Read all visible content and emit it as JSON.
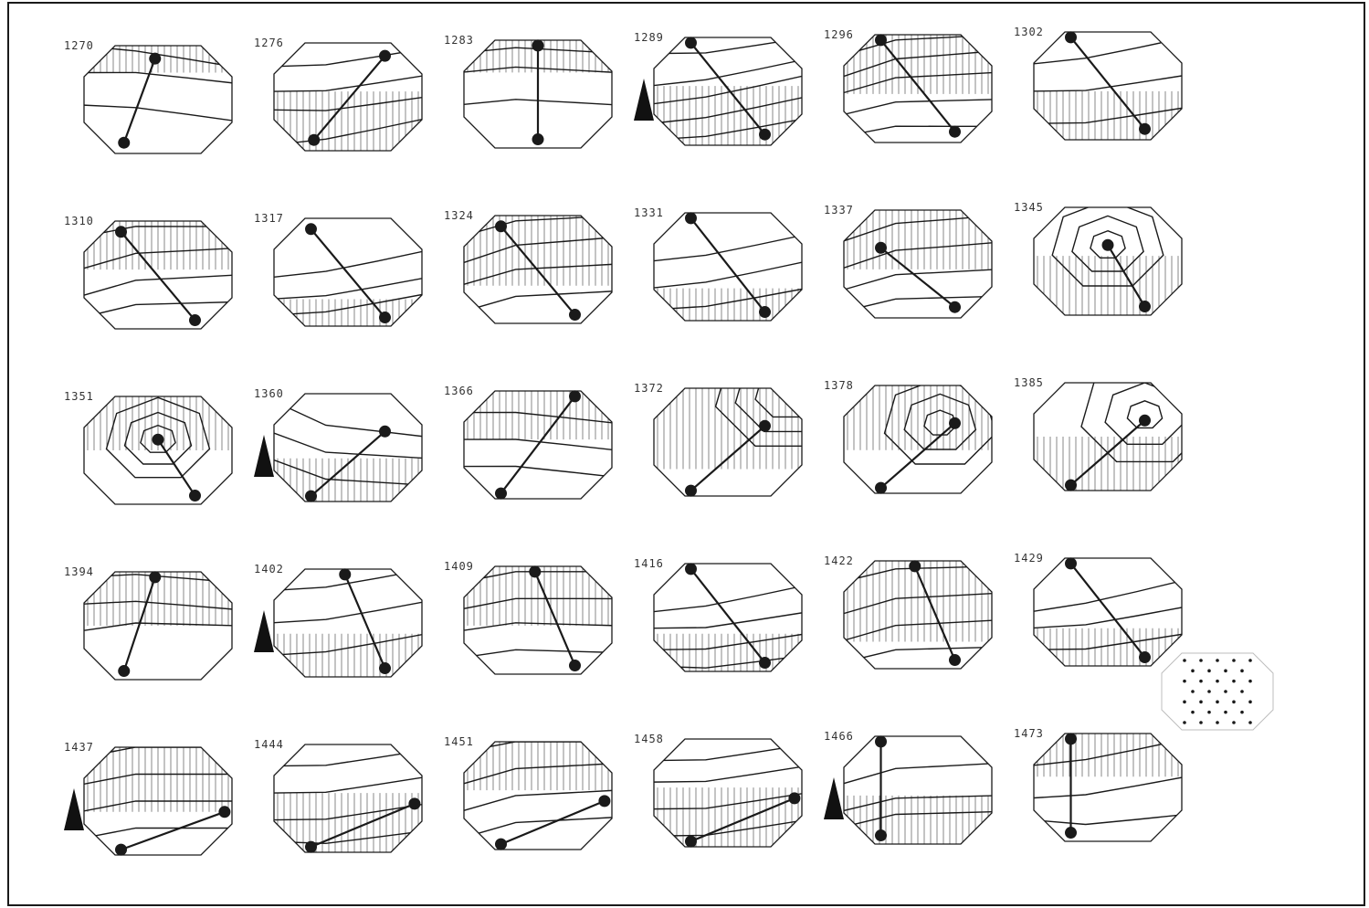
{
  "figure": {
    "panels": [
      {
        "label": "1270",
        "type": "bands",
        "lines": [
          [
            0.0,
            0.2
          ],
          [
            0.25,
            0.35
          ],
          [
            0.55,
            0.7
          ]
        ],
        "hatch": [
          0.0,
          0.25
        ],
        "chord": {
          "from": [
            0.48,
            0.12
          ],
          "to": [
            0.27,
            0.9
          ]
        }
      },
      {
        "label": "1276",
        "type": "bands",
        "lines": [
          [
            0.22,
            0.05
          ],
          [
            0.45,
            0.3
          ],
          [
            0.62,
            0.5
          ],
          [
            0.95,
            0.7
          ]
        ],
        "hatch": [
          0.45,
          1.0
        ],
        "chord": {
          "from": [
            0.75,
            0.12
          ],
          "to": [
            0.27,
            0.9
          ]
        }
      },
      {
        "label": "1283",
        "type": "bands",
        "lines": [
          [
            0.12,
            0.12
          ],
          [
            0.3,
            0.3
          ],
          [
            0.6,
            0.6
          ]
        ],
        "hatch": [
          0.0,
          0.3
        ],
        "chord": {
          "from": [
            0.5,
            0.05
          ],
          "to": [
            0.5,
            0.92
          ]
        }
      },
      {
        "label": "1289",
        "type": "bands",
        "lines": [
          [
            0.15,
            0.0
          ],
          [
            0.45,
            0.2
          ],
          [
            0.62,
            0.35
          ],
          [
            0.8,
            0.55
          ],
          [
            0.95,
            0.75
          ]
        ],
        "hatch": [
          0.45,
          1.0
        ],
        "chord": {
          "from": [
            0.25,
            0.05
          ],
          "to": [
            0.75,
            0.9
          ]
        }
      },
      {
        "label": "1296",
        "type": "bands",
        "lines": [
          [
            0.2,
            0.0
          ],
          [
            0.4,
            0.15
          ],
          [
            0.55,
            0.35
          ],
          [
            0.75,
            0.6
          ],
          [
            0.95,
            0.85
          ]
        ],
        "hatch": [
          0.0,
          0.55
        ],
        "chord": {
          "from": [
            0.25,
            0.05
          ],
          "to": [
            0.75,
            0.9
          ]
        }
      },
      {
        "label": "1302",
        "type": "bands",
        "lines": [
          [
            0.3,
            0.05
          ],
          [
            0.55,
            0.4
          ],
          [
            0.85,
            0.7
          ]
        ],
        "hatch": [
          0.55,
          1.0
        ],
        "chord": {
          "from": [
            0.25,
            0.05
          ],
          "to": [
            0.75,
            0.9
          ]
        }
      },
      {
        "label": "1310",
        "type": "bands",
        "lines": [
          [
            0.15,
            0.05
          ],
          [
            0.45,
            0.25
          ],
          [
            0.7,
            0.5
          ],
          [
            0.9,
            0.75
          ]
        ],
        "hatch": [
          0.0,
          0.45
        ],
        "chord": {
          "from": [
            0.25,
            0.1
          ],
          "to": [
            0.75,
            0.92
          ]
        }
      },
      {
        "label": "1317",
        "type": "bands",
        "lines": [
          [
            0.55,
            0.3
          ],
          [
            0.75,
            0.55
          ],
          [
            0.9,
            0.7
          ]
        ],
        "hatch": [
          0.75,
          1.0
        ],
        "chord": {
          "from": [
            0.25,
            0.1
          ],
          "to": [
            0.75,
            0.92
          ]
        }
      },
      {
        "label": "1324",
        "type": "bands",
        "lines": [
          [
            0.2,
            0.0
          ],
          [
            0.45,
            0.2
          ],
          [
            0.65,
            0.45
          ],
          [
            0.9,
            0.7
          ]
        ],
        "hatch": [
          0.0,
          0.65
        ],
        "chord": {
          "from": [
            0.25,
            0.1
          ],
          "to": [
            0.75,
            0.92
          ]
        }
      },
      {
        "label": "1331",
        "type": "bands",
        "lines": [
          [
            0.45,
            0.2
          ],
          [
            0.7,
            0.45
          ],
          [
            0.9,
            0.7
          ]
        ],
        "hatch": [
          0.7,
          1.0
        ],
        "chord": {
          "from": [
            0.25,
            0.05
          ],
          "to": [
            0.75,
            0.92
          ]
        }
      },
      {
        "label": "1337",
        "type": "bands",
        "lines": [
          [
            0.3,
            0.05
          ],
          [
            0.55,
            0.3
          ],
          [
            0.75,
            0.55
          ],
          [
            0.95,
            0.8
          ]
        ],
        "hatch": [
          0.0,
          0.55
        ],
        "chord": {
          "from": [
            0.25,
            0.35
          ],
          "to": [
            0.75,
            0.9
          ]
        }
      },
      {
        "label": "1345",
        "type": "rings",
        "center": [
          0.5,
          0.35
        ],
        "rings": [
          0.22,
          0.45,
          0.7
        ],
        "hatch": [
          0.45,
          1.0
        ],
        "chord": {
          "from": [
            0.5,
            0.35
          ],
          "to": [
            0.75,
            0.92
          ]
        }
      },
      {
        "label": "1351",
        "type": "rings",
        "center": [
          0.5,
          0.4
        ],
        "rings": [
          0.22,
          0.42,
          0.65
        ],
        "hatch": [
          0.0,
          0.5
        ],
        "chord": {
          "from": [
            0.5,
            0.4
          ],
          "to": [
            0.75,
            0.92
          ]
        }
      },
      {
        "label": "1360",
        "type": "bands",
        "lines": [
          [
            0.05,
            0.4
          ],
          [
            0.35,
            0.6
          ],
          [
            0.6,
            0.85
          ]
        ],
        "hatch": [
          0.6,
          1.0
        ],
        "chord": {
          "from": [
            0.75,
            0.35
          ],
          "to": [
            0.25,
            0.95
          ]
        }
      },
      {
        "label": "1366",
        "type": "bands",
        "lines": [
          [
            0.2,
            0.3
          ],
          [
            0.45,
            0.55
          ],
          [
            0.7,
            0.8
          ]
        ],
        "hatch": [
          0.0,
          0.45
        ],
        "chord": {
          "from": [
            0.75,
            0.05
          ],
          "to": [
            0.25,
            0.95
          ]
        }
      },
      {
        "label": "1372",
        "type": "rings",
        "center": [
          0.9,
          0.05
        ],
        "rings": [
          0.4,
          0.65,
          0.9
        ],
        "hatch": [
          0.0,
          0.75
        ],
        "chord": {
          "from": [
            0.75,
            0.35
          ],
          "to": [
            0.25,
            0.95
          ]
        }
      },
      {
        "label": "1378",
        "type": "rings",
        "center": [
          0.65,
          0.35
        ],
        "rings": [
          0.2,
          0.45,
          0.7
        ],
        "hatch": [
          0.0,
          0.6
        ],
        "chord": {
          "from": [
            0.75,
            0.35
          ],
          "to": [
            0.25,
            0.95
          ]
        }
      },
      {
        "label": "1385",
        "type": "rings",
        "center": [
          0.75,
          0.3
        ],
        "rings": [
          0.22,
          0.5,
          0.8
        ],
        "hatch": [
          0.5,
          1.0
        ],
        "chord": {
          "from": [
            0.75,
            0.35
          ],
          "to": [
            0.25,
            0.95
          ]
        }
      },
      {
        "label": "1394",
        "type": "bands",
        "lines": [
          [
            0.05,
            0.1
          ],
          [
            0.3,
            0.35
          ],
          [
            0.55,
            0.5
          ]
        ],
        "hatch": [
          0.0,
          0.5
        ],
        "chord": {
          "from": [
            0.48,
            0.05
          ],
          "to": [
            0.27,
            0.92
          ]
        }
      },
      {
        "label": "1402",
        "type": "bands",
        "lines": [
          [
            0.2,
            0.0
          ],
          [
            0.5,
            0.3
          ],
          [
            0.8,
            0.6
          ]
        ],
        "hatch": [
          0.6,
          1.0
        ],
        "chord": {
          "from": [
            0.48,
            0.05
          ],
          "to": [
            0.75,
            0.92
          ]
        }
      },
      {
        "label": "1409",
        "type": "bands",
        "lines": [
          [
            0.15,
            0.05
          ],
          [
            0.4,
            0.3
          ],
          [
            0.6,
            0.55
          ],
          [
            0.85,
            0.8
          ]
        ],
        "hatch": [
          0.0,
          0.55
        ],
        "chord": {
          "from": [
            0.48,
            0.05
          ],
          "to": [
            0.75,
            0.92
          ]
        }
      },
      {
        "label": "1416",
        "type": "bands",
        "lines": [
          [
            0.45,
            0.2
          ],
          [
            0.6,
            0.45
          ],
          [
            0.8,
            0.65
          ],
          [
            0.95,
            0.85
          ]
        ],
        "hatch": [
          0.65,
          1.0
        ],
        "chord": {
          "from": [
            0.25,
            0.05
          ],
          "to": [
            0.75,
            0.92
          ]
        }
      },
      {
        "label": "1422",
        "type": "bands",
        "lines": [
          [
            0.2,
            0.05
          ],
          [
            0.5,
            0.3
          ],
          [
            0.75,
            0.55
          ],
          [
            0.95,
            0.8
          ]
        ],
        "hatch": [
          0.0,
          0.75
        ],
        "chord": {
          "from": [
            0.48,
            0.05
          ],
          "to": [
            0.75,
            0.92
          ]
        }
      },
      {
        "label": "1429",
        "type": "bands",
        "lines": [
          [
            0.5,
            0.2
          ],
          [
            0.65,
            0.45
          ],
          [
            0.85,
            0.7
          ]
        ],
        "hatch": [
          0.65,
          1.0
        ],
        "chord": {
          "from": [
            0.25,
            0.05
          ],
          "to": [
            0.75,
            0.92
          ]
        }
      },
      {
        "label": "1437",
        "type": "bands",
        "lines": [
          [
            0.1,
            0.0
          ],
          [
            0.35,
            0.25
          ],
          [
            0.6,
            0.5
          ],
          [
            0.85,
            0.75
          ]
        ],
        "hatch": [
          0.0,
          0.6
        ],
        "chord": {
          "from": [
            0.95,
            0.6
          ],
          "to": [
            0.25,
            0.95
          ]
        }
      },
      {
        "label": "1444",
        "type": "bands",
        "lines": [
          [
            0.2,
            0.05
          ],
          [
            0.45,
            0.3
          ],
          [
            0.7,
            0.55
          ],
          [
            0.9,
            0.8
          ]
        ],
        "hatch": [
          0.45,
          1.0
        ],
        "chord": {
          "from": [
            0.95,
            0.55
          ],
          "to": [
            0.25,
            0.95
          ]
        }
      },
      {
        "label": "1451",
        "type": "bands",
        "lines": [
          [
            0.1,
            0.0
          ],
          [
            0.4,
            0.2
          ],
          [
            0.65,
            0.45
          ],
          [
            0.9,
            0.7
          ]
        ],
        "hatch": [
          0.0,
          0.45
        ],
        "chord": {
          "from": [
            0.95,
            0.55
          ],
          "to": [
            0.25,
            0.95
          ]
        }
      },
      {
        "label": "1458",
        "type": "bands",
        "lines": [
          [
            0.2,
            0.05
          ],
          [
            0.4,
            0.25
          ],
          [
            0.65,
            0.5
          ],
          [
            0.9,
            0.75
          ]
        ],
        "hatch": [
          0.45,
          1.0
        ],
        "chord": {
          "from": [
            0.95,
            0.55
          ],
          "to": [
            0.25,
            0.95
          ]
        }
      },
      {
        "label": "1466",
        "type": "bands",
        "lines": [
          [
            0.45,
            0.25
          ],
          [
            0.7,
            0.55
          ],
          [
            0.85,
            0.7
          ]
        ],
        "hatch": [
          0.55,
          1.0
        ],
        "chord": {
          "from": [
            0.25,
            0.05
          ],
          "to": [
            0.25,
            0.92
          ]
        }
      },
      {
        "label": "1473",
        "type": "bands",
        "lines": [
          [
            0.3,
            0.05
          ],
          [
            0.6,
            0.4
          ],
          [
            0.8,
            0.75
          ]
        ],
        "hatch": [
          0.0,
          0.4
        ],
        "chord": {
          "from": [
            0.25,
            0.05
          ],
          "to": [
            0.25,
            0.92
          ]
        }
      }
    ],
    "markers": [
      {
        "row": 0,
        "before_col": 3
      },
      {
        "row": 2,
        "before_col": 1
      },
      {
        "row": 3,
        "before_col": 1
      },
      {
        "row": 4,
        "before_col": 0
      },
      {
        "row": 4,
        "before_col": 4
      }
    ],
    "electrode_layout": {
      "rows": [
        5,
        4,
        5,
        4,
        5,
        4,
        5
      ]
    },
    "colors": {
      "ink": "#1a1a1a",
      "hatch": "#555555",
      "marker": "#111111",
      "key": "#bdbdbd"
    }
  }
}
